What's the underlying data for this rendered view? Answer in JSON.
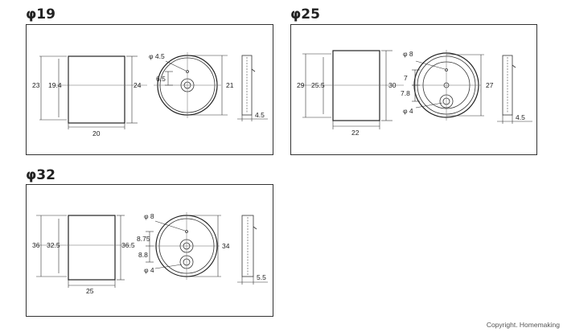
{
  "panels": {
    "p19": {
      "title": "φ19",
      "dims": {
        "outer_h": "23",
        "inner_h": "19.4",
        "right_h": "24",
        "length": "20",
        "hole": "φ 4.5",
        "hole_offset": "6.5",
        "disc_dia": "21",
        "thickness": "4.5"
      }
    },
    "p25": {
      "title": "φ25",
      "dims": {
        "outer_h": "29",
        "inner_h": "25.5",
        "right_h": "30",
        "length": "22",
        "hole_top": "φ 8",
        "hole_bottom": "φ 4",
        "offset_a": "7",
        "offset_b": "7.8",
        "disc_dia": "27",
        "thickness": "4.5"
      }
    },
    "p32": {
      "title": "φ32",
      "dims": {
        "outer_h": "36",
        "inner_h": "32.5",
        "right_h": "36.5",
        "length": "25",
        "hole_top": "φ 8",
        "hole_bottom": "φ 4",
        "offset_a": "8.75",
        "offset_b": "8.8",
        "disc_dia": "34",
        "thickness": "5.5"
      }
    }
  },
  "copyright": "Copyright. Homemaking"
}
